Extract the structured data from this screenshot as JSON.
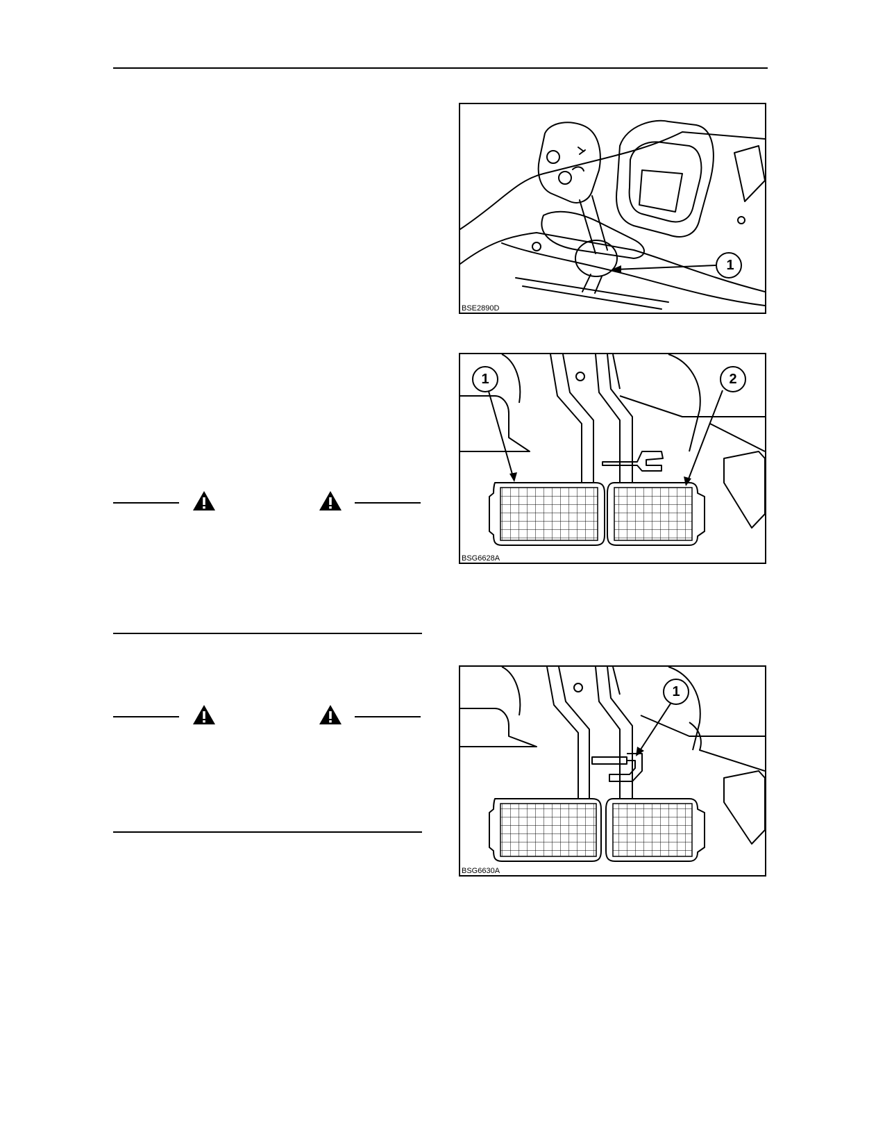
{
  "figures": [
    {
      "id": "fig1",
      "code": "BSE2890D",
      "callouts": [
        "1"
      ]
    },
    {
      "id": "fig2",
      "code": "BSG6628A",
      "callouts": [
        "1",
        "2"
      ]
    },
    {
      "id": "fig3",
      "code": "BSG6630A",
      "callouts": [
        "1"
      ]
    }
  ],
  "icons": {
    "warning": "warning-triangle-icon"
  }
}
